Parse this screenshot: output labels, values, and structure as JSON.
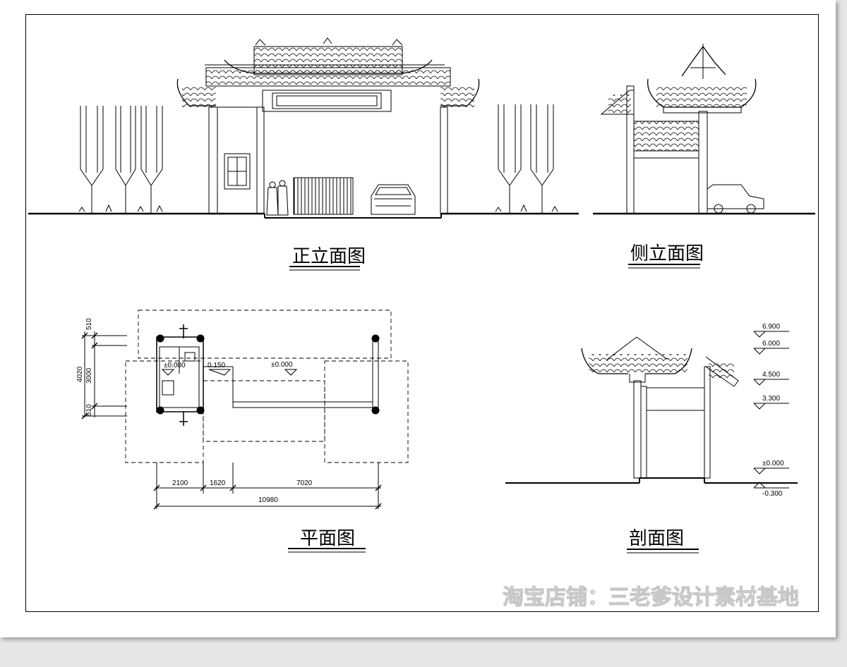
{
  "titles": {
    "front": "正立面图",
    "side": "侧立面图",
    "plan": "平面图",
    "section": "剖面图"
  },
  "plan": {
    "level_main": "±0.000",
    "level_room": "0.150",
    "level_room2": "±0.000",
    "dims_bottom": [
      "2100",
      "1620",
      "7020"
    ],
    "dim_total": "10980",
    "dims_left": [
      "510",
      "3000",
      "510"
    ],
    "dim_left_total": "4020"
  },
  "section": {
    "levels": [
      "6.900",
      "6.000",
      "4.500",
      "3.300",
      "±0.000",
      "-0.300"
    ]
  },
  "watermark": "淘宝店铺：三老爹设计素材基地"
}
